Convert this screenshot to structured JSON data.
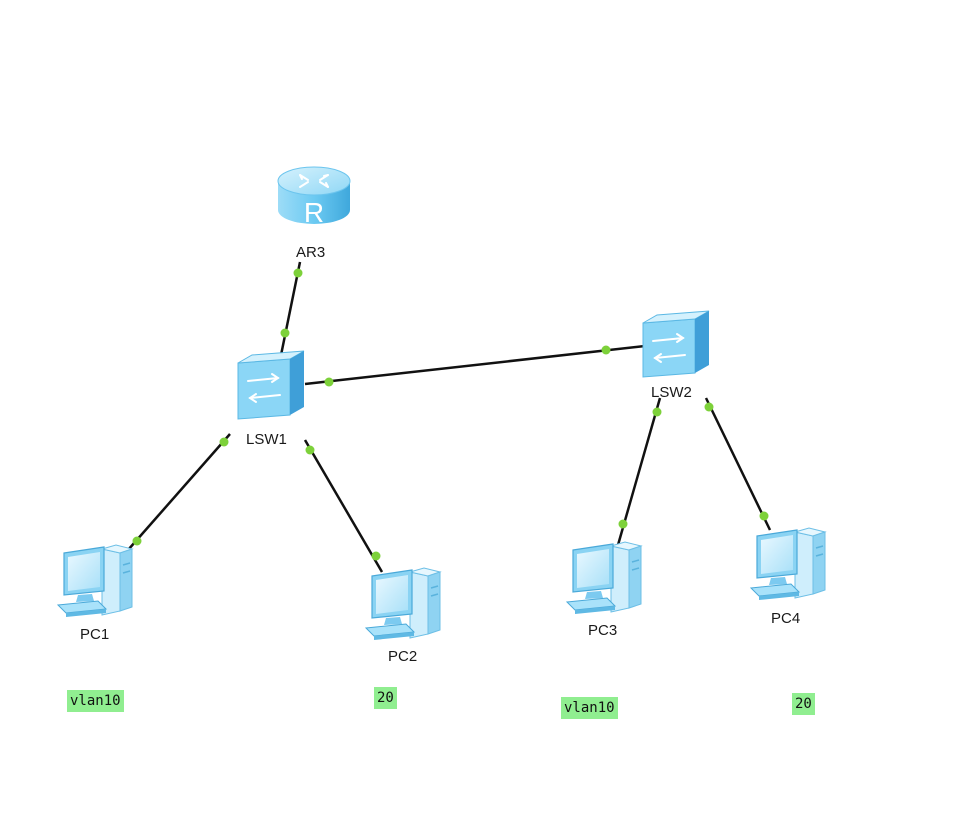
{
  "devices": {
    "router": {
      "label": "AR3",
      "icon": "router-icon"
    },
    "switch1": {
      "label": "LSW1",
      "icon": "switch-icon"
    },
    "switch2": {
      "label": "LSW2",
      "icon": "switch-icon"
    },
    "pc1": {
      "label": "PC1",
      "icon": "pc-icon"
    },
    "pc2": {
      "label": "PC2",
      "icon": "pc-icon"
    },
    "pc3": {
      "label": "PC3",
      "icon": "pc-icon"
    },
    "pc4": {
      "label": "PC4",
      "icon": "pc-icon"
    }
  },
  "tags": {
    "pc1": "vlan10",
    "pc2": "20",
    "pc3": "vlan10",
    "pc4": "20"
  },
  "colors": {
    "link": "#111111",
    "port_dot": "#7dd13a",
    "tag_bg": "#90ee90",
    "device_blue": "#5fc4f0"
  }
}
